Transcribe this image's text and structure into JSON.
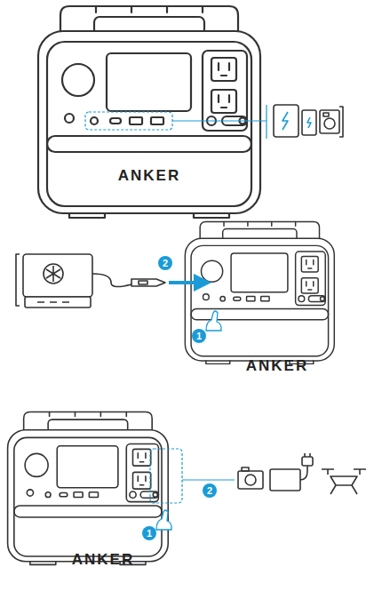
{
  "diagram": {
    "labels": [
      "ANKER",
      "2",
      "1",
      "ANKER",
      "2",
      "1",
      "ANKER"
    ]
  }
}
